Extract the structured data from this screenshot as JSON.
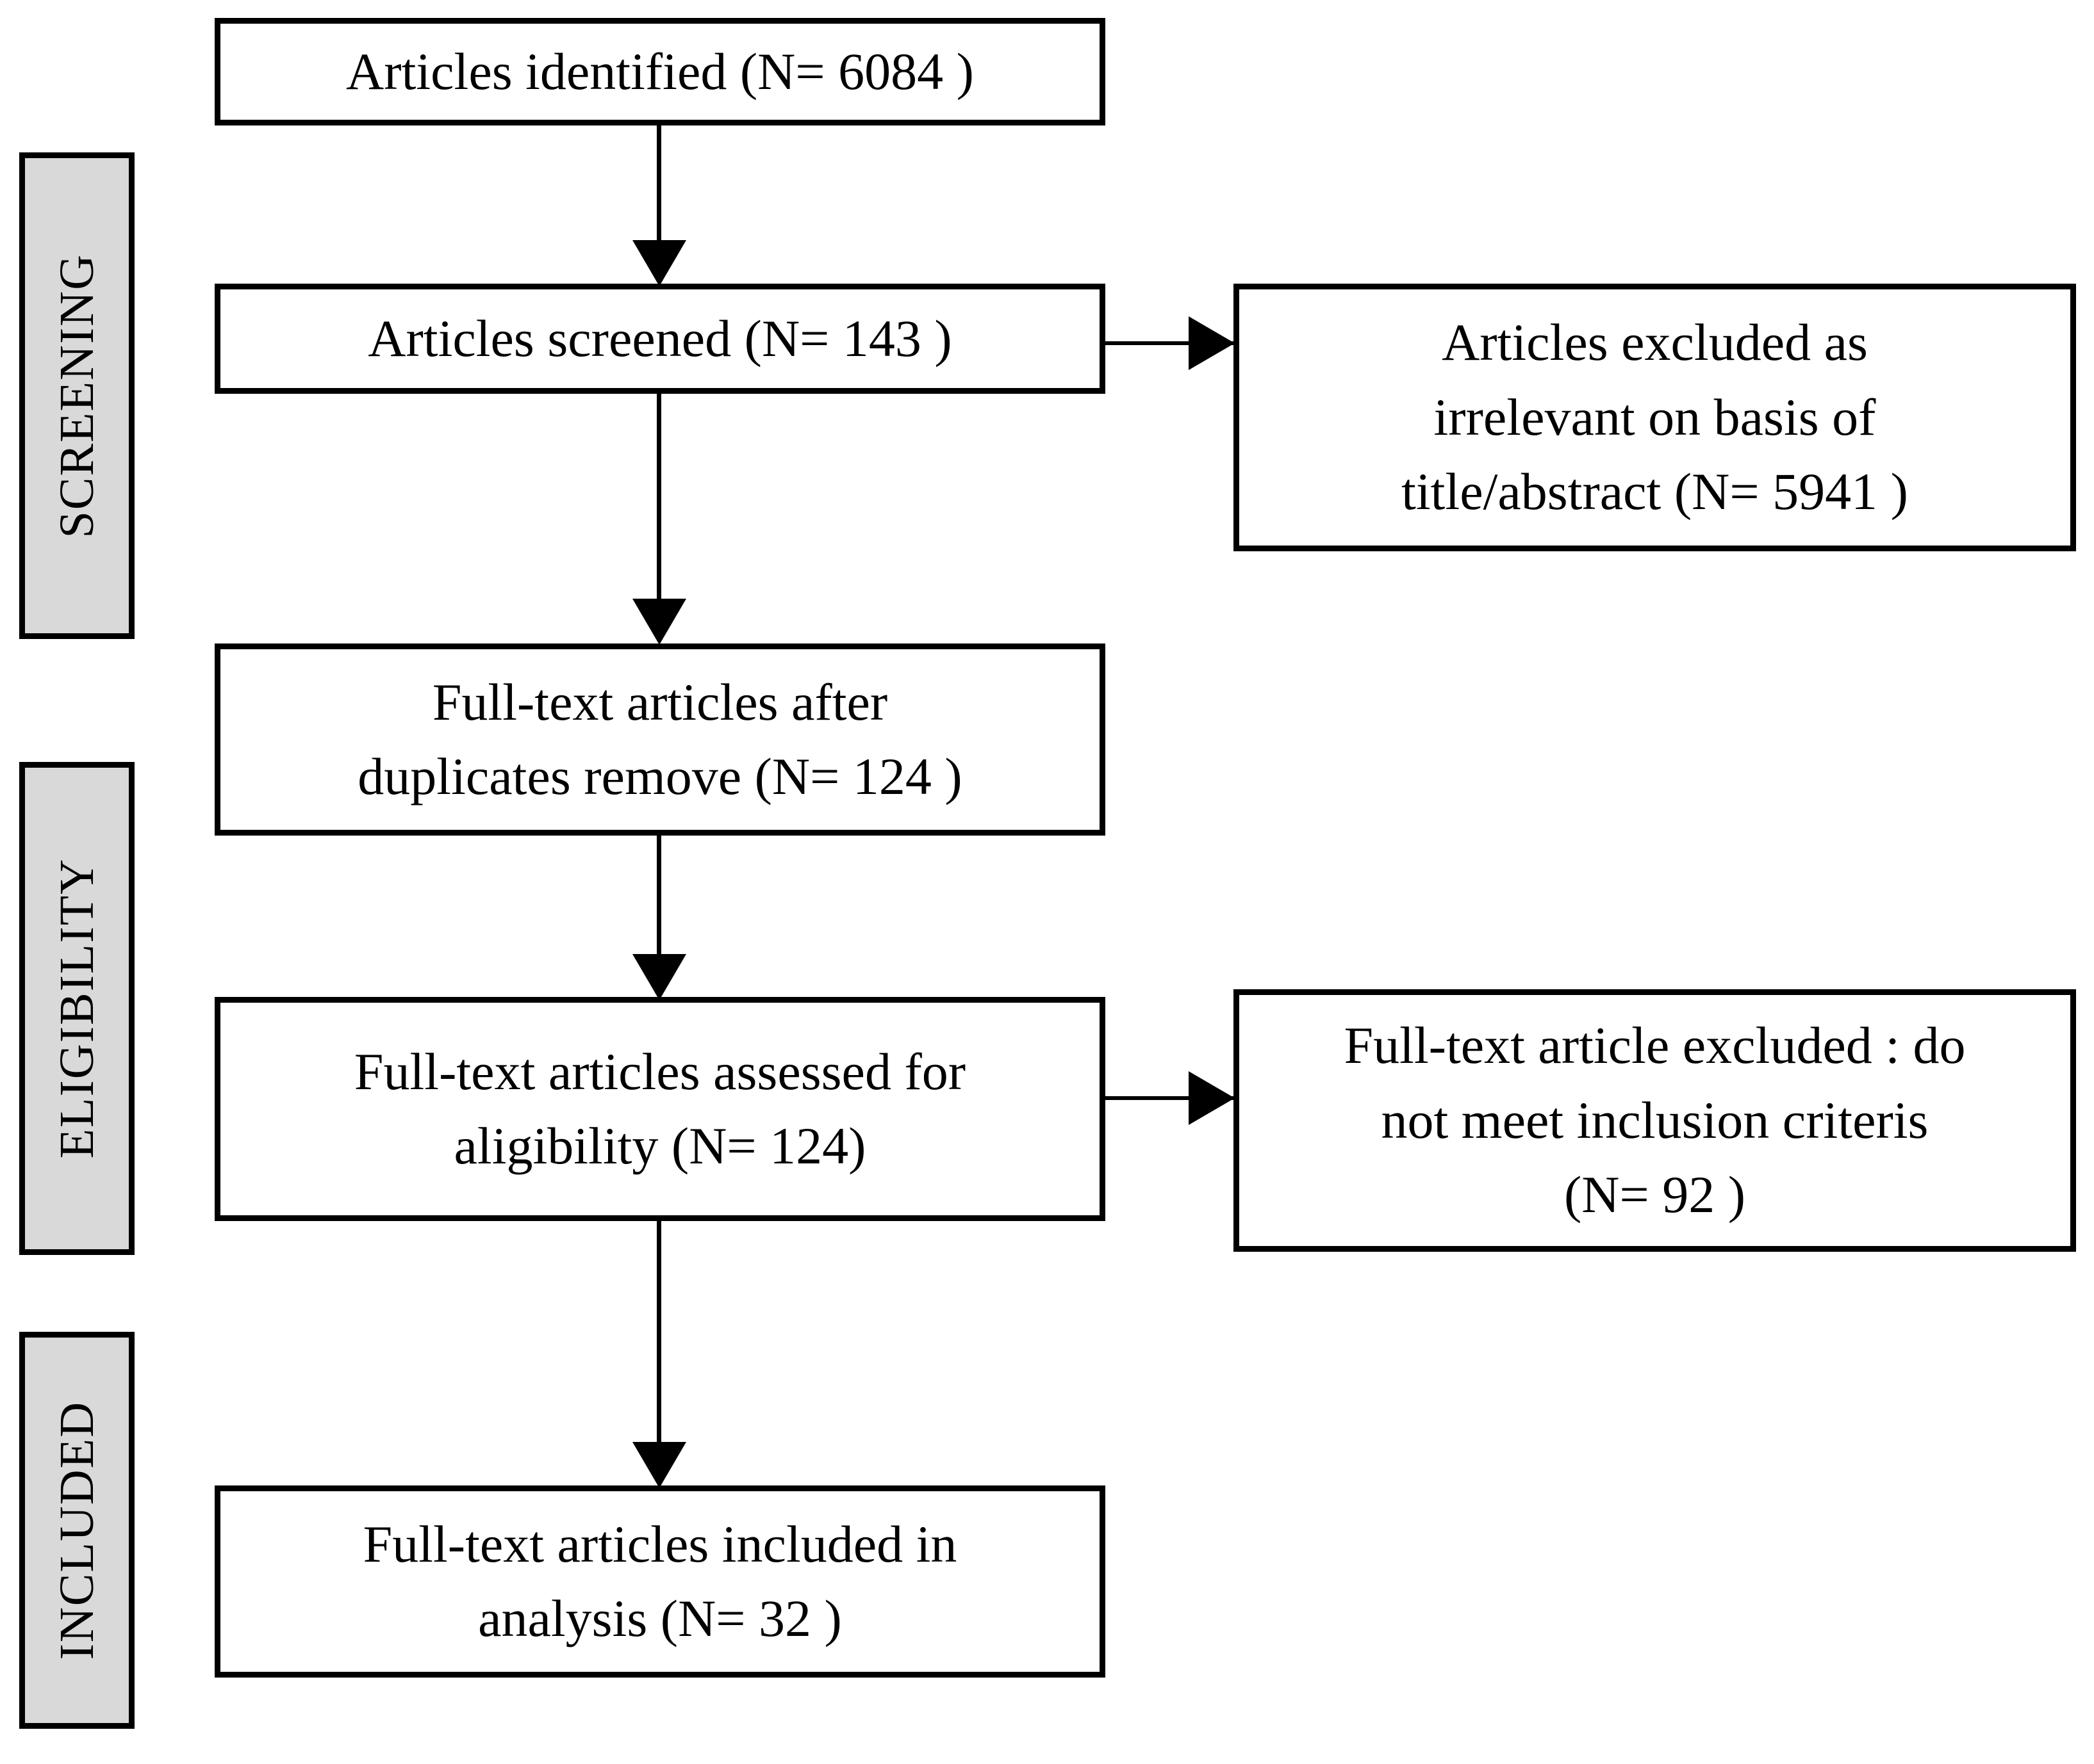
{
  "diagram": {
    "type": "prisma-flow-diagram",
    "stages": [
      {
        "id": "screening",
        "label": "SCREENING"
      },
      {
        "id": "eligibility",
        "label": "ELIGIBILITY"
      },
      {
        "id": "included",
        "label": "INCLUDED"
      }
    ],
    "boxes": [
      {
        "id": "identified",
        "text": "Articles identified (N= 6084  )",
        "n": 6084
      },
      {
        "id": "screened",
        "text": "Articles screened (N= 143 )",
        "n": 143
      },
      {
        "id": "excluded-title-abstract",
        "text": "Articles excluded as\nirrelevant on basis of\ntitle/abstract (N= 5941 )",
        "n": 5941
      },
      {
        "id": "after-duplicates",
        "text": "Full-text articles after\nduplicates remove (N= 124 )",
        "n": 124
      },
      {
        "id": "assessed-eligibility",
        "text": "Full-text articles assessed for\naligibility (N=  124)",
        "n": 124
      },
      {
        "id": "excluded-criteria",
        "text": "Full-text article excluded : do\nnot meet inclusion criteris\n(N= 92 )",
        "n": 92
      },
      {
        "id": "included-analysis",
        "text": "Full-text articles included in\nanalysis (N= 32 )",
        "n": 32
      }
    ],
    "colors": {
      "stage_fill": "#d9d9d9",
      "stroke": "#000000",
      "box_fill": "#ffffff",
      "page_background": "#ffffff"
    }
  }
}
